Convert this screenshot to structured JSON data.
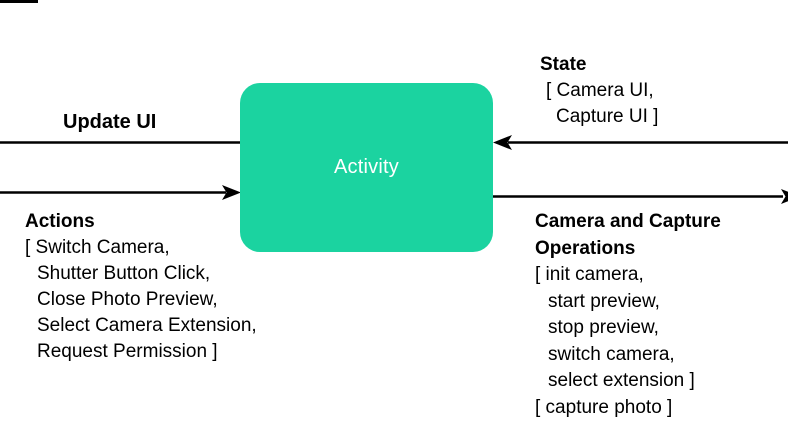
{
  "diagram": {
    "node": {
      "label": "Activity"
    },
    "colors": {
      "node_fill": "#1bd3a0",
      "node_text": "#ffffff",
      "line": "#000000",
      "text": "#000000"
    },
    "edges": {
      "update_ui": {
        "label": "Update UI",
        "direction": "activity-to-left"
      },
      "actions": {
        "title": "Actions",
        "lines": [
          "[ Switch Camera,",
          "Shutter Button Click,",
          "Close Photo Preview,",
          "Select Camera Extension,",
          "Request Permission ]"
        ],
        "direction": "left-to-activity"
      },
      "state": {
        "title": "State",
        "lines": [
          "[ Camera UI,",
          "Capture UI ]"
        ],
        "direction": "right-to-activity"
      },
      "camera_ops": {
        "title_line1": "Camera and Capture",
        "title_line2": "Operations",
        "lines": [
          "[ init camera,",
          "start preview,",
          "stop preview,",
          "switch camera,",
          "select extension ]",
          "[ capture photo ]"
        ],
        "direction": "activity-to-right"
      }
    }
  }
}
